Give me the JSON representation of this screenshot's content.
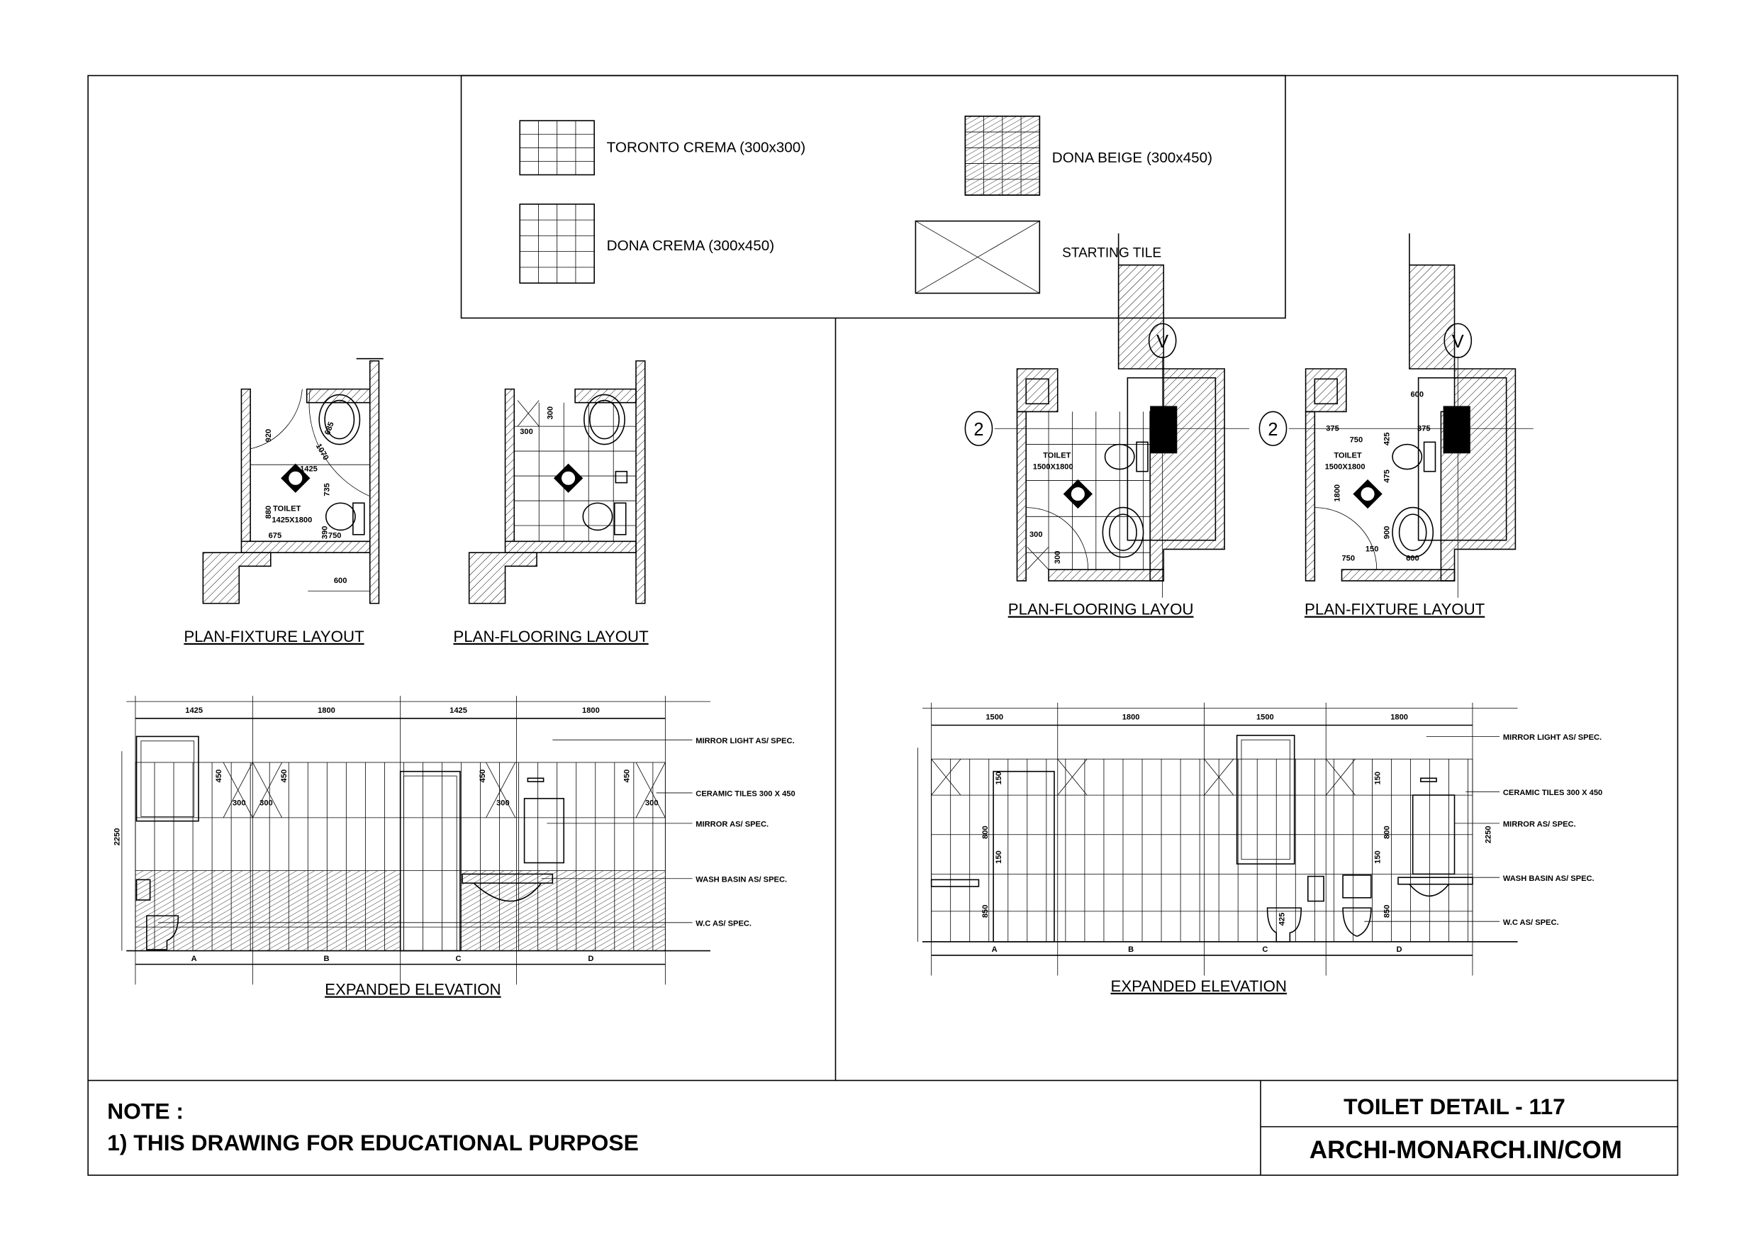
{
  "legend": {
    "toronto_crema": "TORONTO CREMA (300x300)",
    "dona_crema": "DONA CREMA (300x450)",
    "dona_beige": "DONA BEIGE (300x450)",
    "starting_tile": "STARTING TILE"
  },
  "left": {
    "fixture_title": "PLAN-FIXTURE LAYOUT",
    "flooring_title": "PLAN-FLOORING LAYOUT",
    "fixture_dims": [
      "920",
      "685",
      "1070",
      "1425",
      "735",
      "880",
      "675",
      "390",
      "750",
      "600"
    ],
    "room_name": "TOILET",
    "room_size": "1425X1800",
    "flooring_dims": [
      "300",
      "300"
    ],
    "elevation": {
      "title": "EXPANDED ELEVATION",
      "top_dims": [
        "1425",
        "1800",
        "1425",
        "1800"
      ],
      "walls": [
        "A",
        "B",
        "C",
        "D"
      ],
      "height": "2250",
      "tile_dims": [
        "450",
        "450",
        "300",
        "300",
        "450",
        "300",
        "450",
        "300"
      ],
      "callouts": [
        "MIRROR LIGHT AS/ SPEC.",
        "CERAMIC TILES 300 X 450",
        "MIRROR AS/ SPEC.",
        "WASH BASIN AS/ SPEC.",
        "W.C AS/ SPEC."
      ]
    }
  },
  "right": {
    "flooring_title": "PLAN-FLOORING LAYOU",
    "fixture_title": "PLAN-FIXTURE LAYOUT",
    "grid_v": "V",
    "grid_2": "2",
    "room_name": "TOILET",
    "room_size": "1500X1800",
    "flooring_dims": [
      "300",
      "300"
    ],
    "fixture_dims": [
      "600",
      "375",
      "375",
      "750",
      "425",
      "475",
      "1800",
      "900",
      "150",
      "750",
      "600"
    ],
    "elevation": {
      "title": "EXPANDED ELEVATION",
      "top_dims": [
        "1500",
        "1800",
        "1500",
        "1800"
      ],
      "walls": [
        "A",
        "B",
        "C",
        "D"
      ],
      "height": "2250",
      "side_dims": [
        "150",
        "800",
        "150",
        "850",
        "425",
        "150",
        "800",
        "150",
        "850"
      ],
      "callouts": [
        "MIRROR LIGHT AS/ SPEC.",
        "CERAMIC TILES 300 X 450",
        "MIRROR AS/ SPEC.",
        "WASH BASIN AS/ SPEC.",
        "W.C AS/ SPEC."
      ]
    }
  },
  "footer": {
    "note_heading": "NOTE :",
    "note_line": "1) THIS DRAWING FOR EDUCATIONAL PURPOSE",
    "title": "TOILET DETAIL - 117",
    "website": "ARCHI-MONARCH.IN/COM"
  }
}
